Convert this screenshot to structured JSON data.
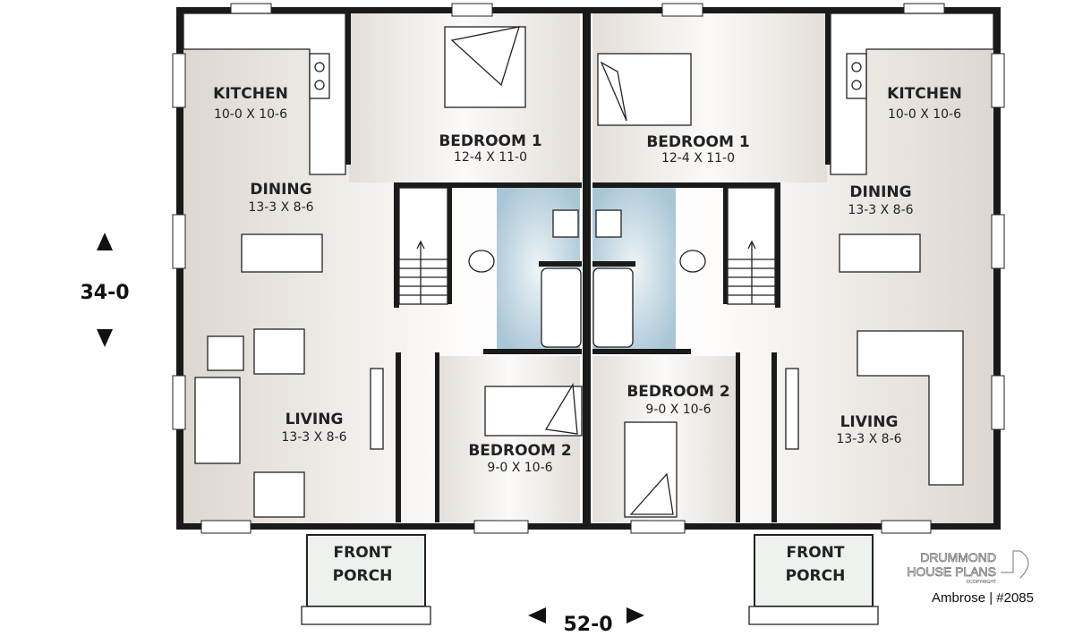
{
  "dimensions": {
    "depth": "34-0",
    "width": "52-0"
  },
  "left_unit": {
    "kitchen": {
      "name": "KITCHEN",
      "size": "10-0 X 10-6"
    },
    "dining": {
      "name": "DINING",
      "size": "13-3 X 8-6"
    },
    "bedroom1": {
      "name": "BEDROOM 1",
      "size": "12-4 X 11-0"
    },
    "living": {
      "name": "LIVING",
      "size": "13-3 X 8-6"
    },
    "bedroom2": {
      "name": "BEDROOM 2",
      "size": "9-0 X 10-6"
    },
    "porch": {
      "line1": "FRONT",
      "line2": "PORCH"
    }
  },
  "right_unit": {
    "kitchen": {
      "name": "KITCHEN",
      "size": "10-0 X 10-6"
    },
    "dining": {
      "name": "DINING",
      "size": "13-3 X 8-6"
    },
    "bedroom1": {
      "name": "BEDROOM 1",
      "size": "12-4 X 11-0"
    },
    "living": {
      "name": "LIVING",
      "size": "13-3 X 8-6"
    },
    "bedroom2": {
      "name": "BEDROOM 2",
      "size": "9-0 X 10-6"
    },
    "porch": {
      "line1": "FRONT",
      "line2": "PORCH"
    }
  },
  "branding": {
    "line1": "DRUMMOND",
    "line2": "HOUSE PLANS",
    "copyright": "©COPYRIGHT",
    "plan_name": "Ambrose | #2085"
  },
  "colors": {
    "wall": "#1a1a1a",
    "floor": "#e6e1dc",
    "bath": "#a9c6d6"
  }
}
